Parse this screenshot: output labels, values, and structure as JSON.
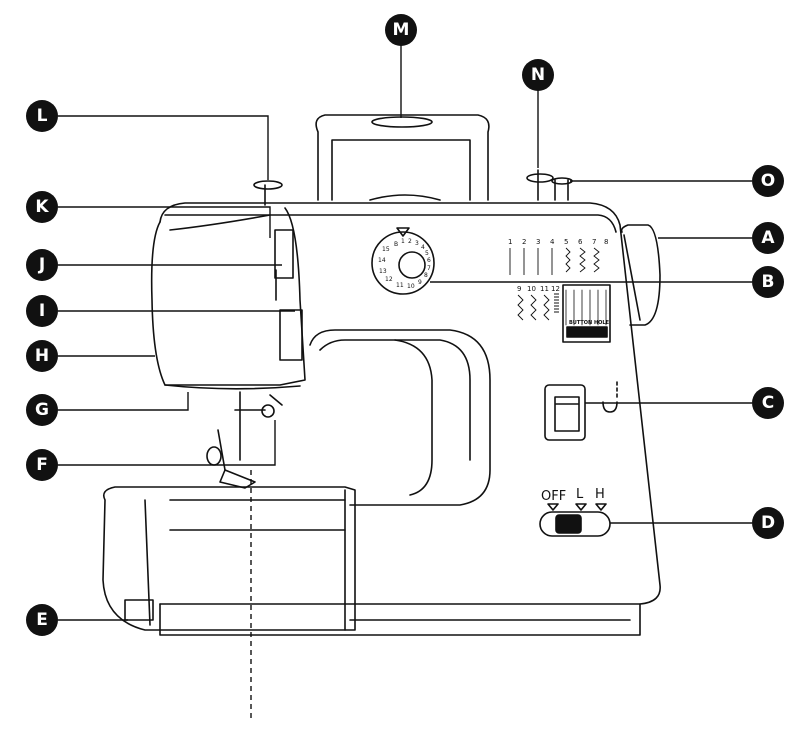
{
  "callouts": [
    {
      "id": "A",
      "label": "A"
    },
    {
      "id": "B",
      "label": "B"
    },
    {
      "id": "C",
      "label": "C"
    },
    {
      "id": "D",
      "label": "D"
    },
    {
      "id": "E",
      "label": "E"
    },
    {
      "id": "F",
      "label": "F"
    },
    {
      "id": "G",
      "label": "G"
    },
    {
      "id": "H",
      "label": "H"
    },
    {
      "id": "I",
      "label": "I"
    },
    {
      "id": "J",
      "label": "J"
    },
    {
      "id": "K",
      "label": "K"
    },
    {
      "id": "L",
      "label": "L"
    },
    {
      "id": "M",
      "label": "M"
    },
    {
      "id": "N",
      "label": "N"
    },
    {
      "id": "O",
      "label": "O"
    }
  ],
  "stitch_panel": {
    "top_numbers": [
      "1",
      "2",
      "3",
      "4",
      "5",
      "6",
      "7",
      "8"
    ],
    "bottom_numbers": [
      "9",
      "10",
      "11",
      "12"
    ],
    "buttonhole_label": "BUTTON HOLE"
  },
  "dial_numbers": [
    "B",
    "1",
    "2",
    "3",
    "4",
    "5",
    "6",
    "7",
    "8",
    "9",
    "10",
    "11",
    "12",
    "13",
    "14",
    "15"
  ],
  "switch": {
    "off_label": "OFF",
    "low_label": "L",
    "high_label": "H"
  }
}
